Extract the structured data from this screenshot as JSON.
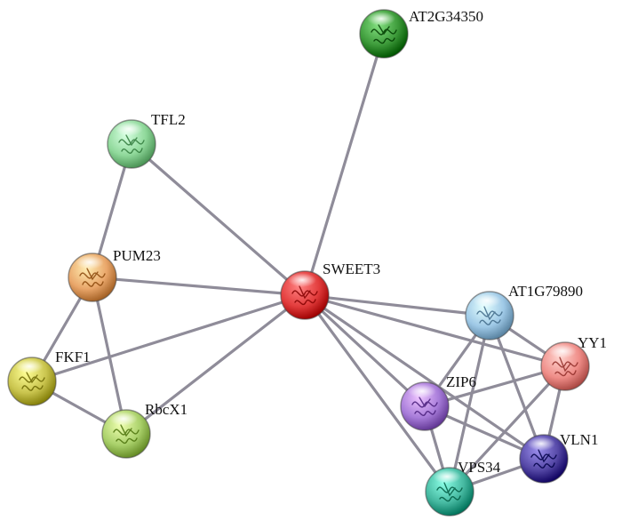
{
  "network": {
    "nodes": [
      {
        "id": "at2g34350",
        "label": "AT2G34350",
        "color": "#3d9a3a"
      },
      {
        "id": "tfl2",
        "label": "TFL2",
        "color": "#8fd89a"
      },
      {
        "id": "pum23",
        "label": "PUM23",
        "color": "#e9a66a"
      },
      {
        "id": "sweet3",
        "label": "SWEET3",
        "color": "#e23c3c"
      },
      {
        "id": "at1g79890",
        "label": "AT1G79890",
        "color": "#9ec8e6"
      },
      {
        "id": "yy1",
        "label": "YY1",
        "color": "#ef8d88"
      },
      {
        "id": "zip6",
        "label": "ZIP6",
        "color": "#a77cd9"
      },
      {
        "id": "fkf1",
        "label": "FKF1",
        "color": "#c9c44e"
      },
      {
        "id": "rbcx1",
        "label": "RbcX1",
        "color": "#a9d06a"
      },
      {
        "id": "vln1",
        "label": "VLN1",
        "color": "#5548a6"
      },
      {
        "id": "vps34",
        "label": "VPS34",
        "color": "#45b8a0"
      }
    ],
    "edges": [
      [
        "sweet3",
        "at2g34350"
      ],
      [
        "sweet3",
        "tfl2"
      ],
      [
        "sweet3",
        "pum23"
      ],
      [
        "sweet3",
        "fkf1"
      ],
      [
        "sweet3",
        "rbcx1"
      ],
      [
        "sweet3",
        "at1g79890"
      ],
      [
        "sweet3",
        "yy1"
      ],
      [
        "sweet3",
        "zip6"
      ],
      [
        "sweet3",
        "vln1"
      ],
      [
        "sweet3",
        "vps34"
      ],
      [
        "tfl2",
        "pum23"
      ],
      [
        "pum23",
        "fkf1"
      ],
      [
        "pum23",
        "rbcx1"
      ],
      [
        "fkf1",
        "rbcx1"
      ],
      [
        "at1g79890",
        "yy1"
      ],
      [
        "at1g79890",
        "zip6"
      ],
      [
        "at1g79890",
        "vln1"
      ],
      [
        "at1g79890",
        "vps34"
      ],
      [
        "yy1",
        "zip6"
      ],
      [
        "yy1",
        "vln1"
      ],
      [
        "yy1",
        "vps34"
      ],
      [
        "zip6",
        "vln1"
      ],
      [
        "zip6",
        "vps34"
      ],
      [
        "vln1",
        "vps34"
      ]
    ]
  }
}
